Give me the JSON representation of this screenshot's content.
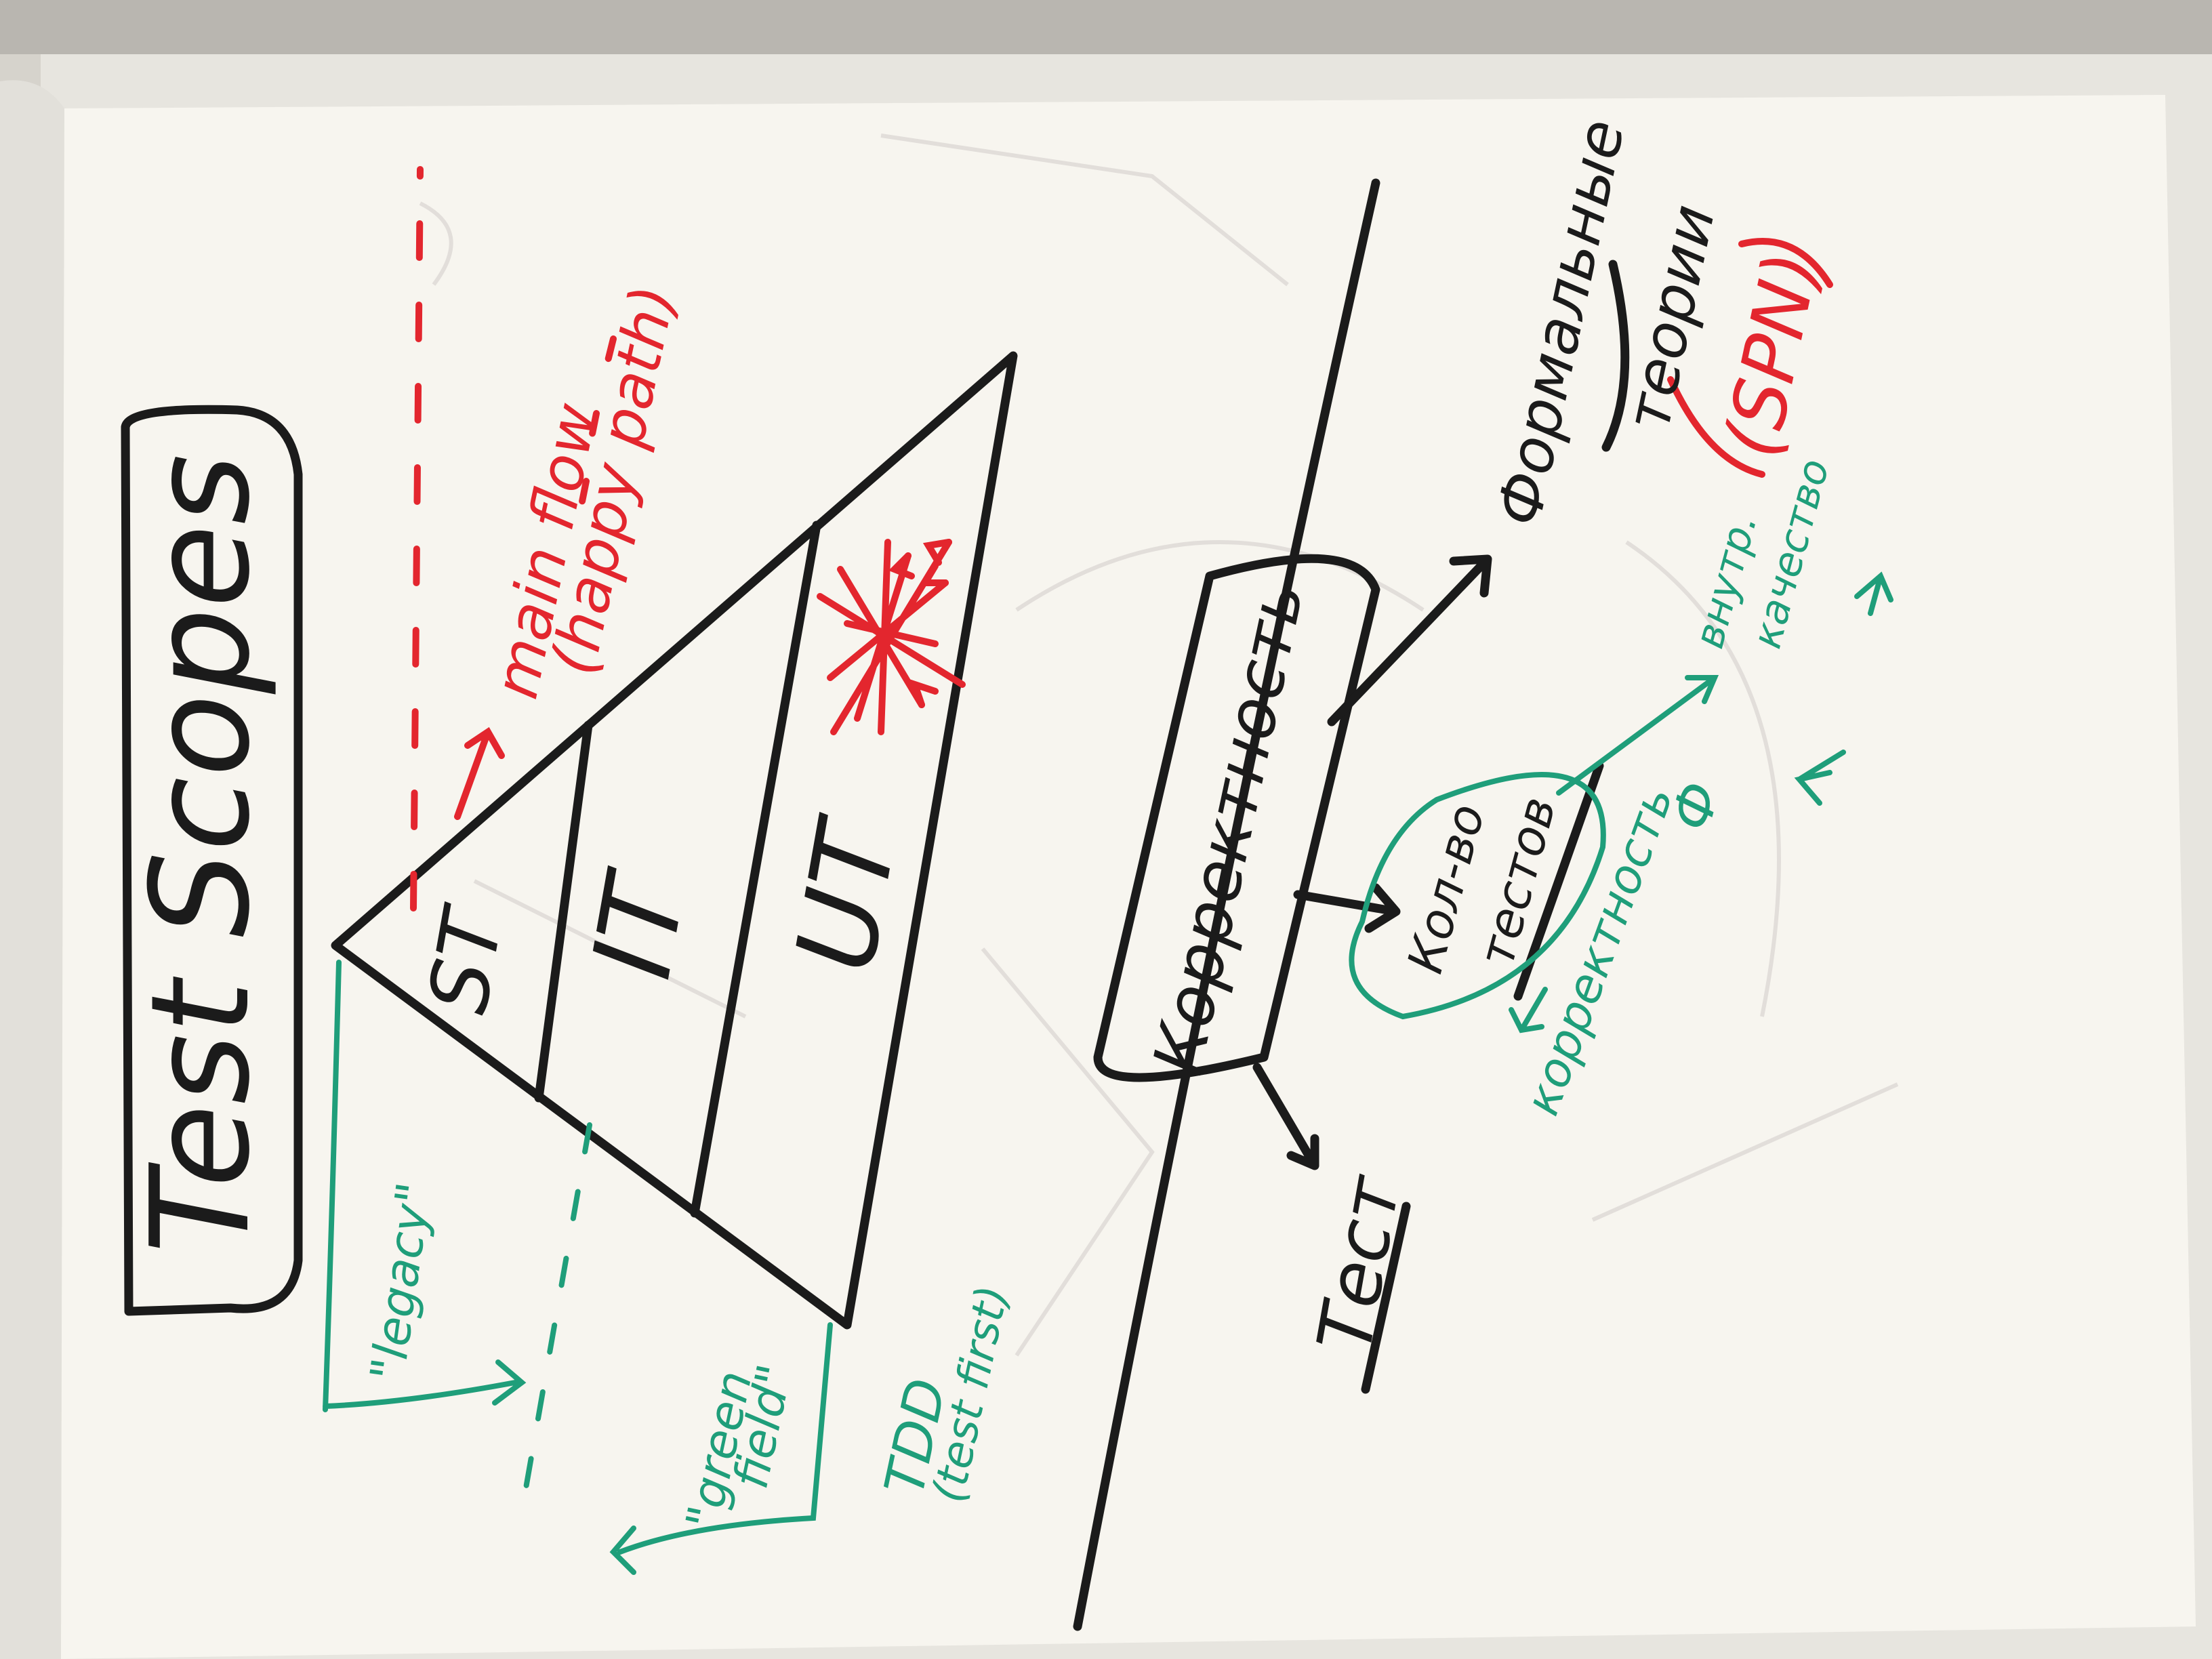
{
  "photo": {
    "colors": {
      "paper": "#f7f5ef",
      "board": "#d6d3cc",
      "ink_black": "#1b1b1b",
      "ink_red": "#e3262e",
      "ink_green": "#1f9e7a"
    }
  },
  "flipchart": {
    "title": "Test Scopes",
    "pyramid": {
      "levels": [
        {
          "label": "ST"
        },
        {
          "label": "IT"
        },
        {
          "label": "UT"
        }
      ],
      "red_notes": {
        "line1": "main flow",
        "line2": "(happy path)"
      },
      "green_notes": {
        "legacy": "\"legacy\"",
        "green_field_1": "\"green",
        "green_field_2": "field\"",
        "tdd": "TDD",
        "test_first": "(test first)"
      }
    },
    "right_side": {
      "korrektnost_box": "Корректность",
      "formal": {
        "line1": "Формальные",
        "line2": "теории",
        "line3": "(SPN)"
      },
      "tests_label": "Тест",
      "green": {
        "center_1": "Кол-во",
        "center_2": "тестов",
        "top_1": "внутр.",
        "top_2": "качество",
        "bottom": "корректность",
        "symbol": "Ф"
      }
    }
  }
}
